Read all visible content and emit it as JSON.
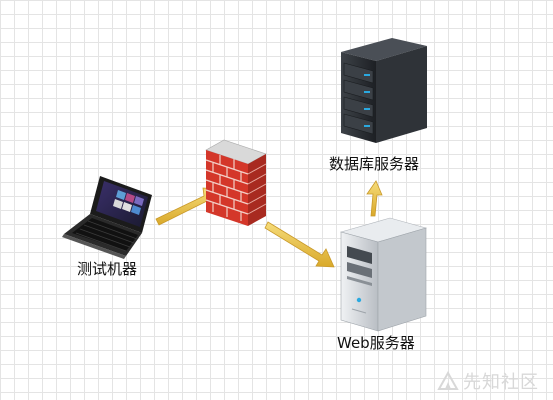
{
  "nodes": {
    "test_machine": {
      "label": "测试机器",
      "icon": "laptop-icon"
    },
    "firewall": {
      "label": "",
      "icon": "firewall-icon"
    },
    "web_server": {
      "label": "Web服务器",
      "icon": "server-tower-icon"
    },
    "db_server": {
      "label": "数据库服务器",
      "icon": "server-rack-icon"
    }
  },
  "edges": [
    {
      "from": "test_machine",
      "to": "firewall"
    },
    {
      "from": "firewall",
      "to": "web_server"
    },
    {
      "from": "web_server",
      "to": "db_server"
    }
  ],
  "watermark": {
    "text": "先知社区"
  },
  "colors": {
    "arrow": "#e8bf3a",
    "brick": "#d4372a",
    "server_dark": "#2f3338",
    "server_light": "#cfd3d8",
    "led": "#2aa9e0"
  }
}
